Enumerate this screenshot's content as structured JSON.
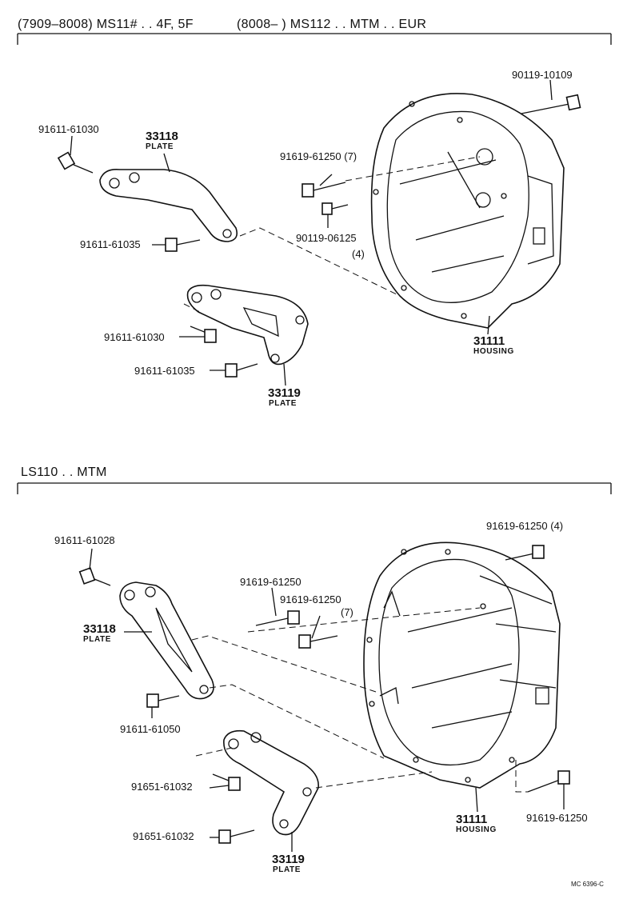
{
  "section1": {
    "header_a": "(7909–8008) MS11# . . 4F, 5F",
    "header_b": "(8008–          ) MS112 . . MTM . . EUR",
    "labels": {
      "bolt_top_right": "90119-10109",
      "bolt_top_left": "91611-61030",
      "plate_upper_num": "33118",
      "plate_upper_word": "PLATE",
      "bolt_center_upper": "91619-61250 (7)",
      "bolt_center_lower": "90119-06125",
      "bolt_center_lower_qty": "(4)",
      "bolt_left_mid": "91611-61035",
      "bolt_lower_a": "91611-61030",
      "bolt_lower_b": "91611-61035",
      "plate_lower_num": "33119",
      "plate_lower_word": "PLATE",
      "housing_num": "31111",
      "housing_word": "HOUSING"
    }
  },
  "section2": {
    "header": "LS110 . . MTM",
    "labels": {
      "bolt_top_right": "91619-61250 (4)",
      "bolt_top_left": "91611-61028",
      "bolt_center_upper": "91619-61250",
      "bolt_center_lower": "91619-61250",
      "bolt_center_lower_qty": "(7)",
      "plate_upper_num": "33118",
      "plate_upper_word": "PLATE",
      "bolt_left_mid": "91611-61050",
      "bolt_lower_a": "91651-61032",
      "bolt_lower_b": "91651-61032",
      "plate_lower_num": "33119",
      "plate_lower_word": "PLATE",
      "housing_num": "31111",
      "housing_word": "HOUSING",
      "bolt_bottom_right": "91619-61250"
    }
  },
  "footer": "MC 6396-C"
}
